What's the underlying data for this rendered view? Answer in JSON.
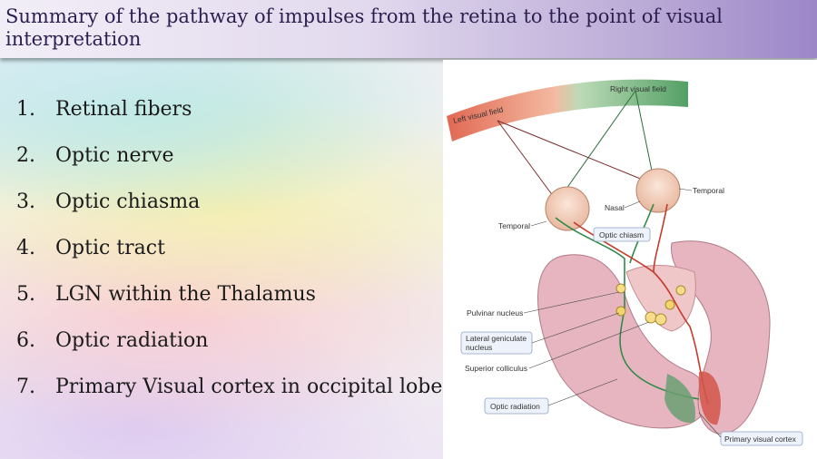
{
  "title": "Summary of the pathway of impulses from the retina to the point of visual interpretation",
  "steps": [
    {
      "num": "1.",
      "text": "Retinal fibers"
    },
    {
      "num": "2.",
      "text": "Optic nerve"
    },
    {
      "num": "3.",
      "text": "Optic chiasma"
    },
    {
      "num": "4.",
      "text": "Optic tract"
    },
    {
      "num": "5.",
      "text": "LGN within the Thalamus"
    },
    {
      "num": "6.",
      "text": "Optic radiation"
    },
    {
      "num": "7.",
      "text": "Primary Visual cortex in occipital lobe"
    }
  ],
  "diagram": {
    "left_visual_field": "Left visual field",
    "right_visual_field": "Right visual field",
    "temporal_right": "Temporal",
    "temporal_left": "Temporal",
    "nasal": "Nasal",
    "optic_chiasm": "Optic chiasm",
    "pulvinar_nucleus": "Pulvinar nucleus",
    "lgn_line1": "Lateral geniculate",
    "lgn_line2": "nucleus",
    "superior_colliculus": "Superior colliculus",
    "optic_radiation": "Optic radiation",
    "primary_visual_cortex": "Primary visual cortex"
  },
  "colors": {
    "title_text": "#2c1f4f",
    "title_gradient_end": "#9c86c8",
    "left_field_red": "#e0604a",
    "right_field_green": "#4a9a5c",
    "brain_pink": "#e5b3bd"
  }
}
